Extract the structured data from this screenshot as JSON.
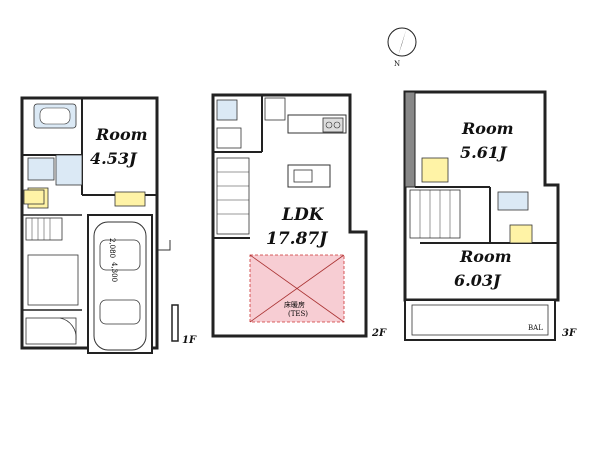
{
  "compass": {
    "label": "N"
  },
  "floors": [
    {
      "floor_label": "1F",
      "room_label": "Room",
      "room_size": "4.53J",
      "car_dim_w": "2,080",
      "car_dim_l": "4,300"
    },
    {
      "floor_label": "2F",
      "ldk_label": "LDK",
      "ldk_size": "17.87J",
      "floor_heating": "床暖房",
      "floor_heating_sub": "(TES)"
    },
    {
      "floor_label": "3F",
      "room1_label": "Room",
      "room1_size": "5.61J",
      "room2_label": "Room",
      "room2_size": "6.03J",
      "balcony": "BAL"
    }
  ]
}
